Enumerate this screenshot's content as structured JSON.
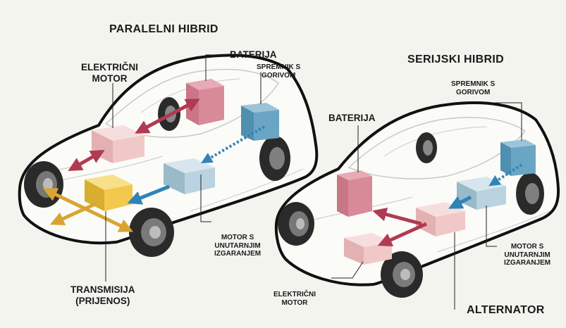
{
  "parallel": {
    "title": "PARALELNI HIBRID",
    "battery": "BATERIJA",
    "electric_motor": [
      "ELEKTRIČNI",
      "MOTOR"
    ],
    "fuel_tank": [
      "SPREMNIK S",
      "GORIVOM"
    ],
    "engine": [
      "MOTOR S",
      "UNUTARNJIM",
      "IZGARANJEM"
    ],
    "transmission": [
      "TRANSMISIJA",
      "(PRIJENOS)"
    ]
  },
  "series": {
    "title": "SERIJSKI HIBRID",
    "battery": "BATERIJA",
    "fuel_tank": [
      "SPREMNIK S",
      "GORIVOM"
    ],
    "engine": [
      "MOTOR S",
      "UNUTARNJIM",
      "IZGARANJEM"
    ],
    "electric_motor": [
      "ELEKTRIČNI",
      "MOTOR"
    ],
    "alternator": "ALTERNATOR"
  },
  "colors": {
    "background": "#f4f4ef",
    "battery": "#d98a98",
    "electric_motor": "#f0c8c8",
    "engine": "#b9d3e0",
    "fuel_tank": "#6aa6c4",
    "transmission": "#f2c94c",
    "arrow_battery": "#b03a52",
    "arrow_fuel": "#2f84b6",
    "arrow_transmission": "#d9a530"
  }
}
